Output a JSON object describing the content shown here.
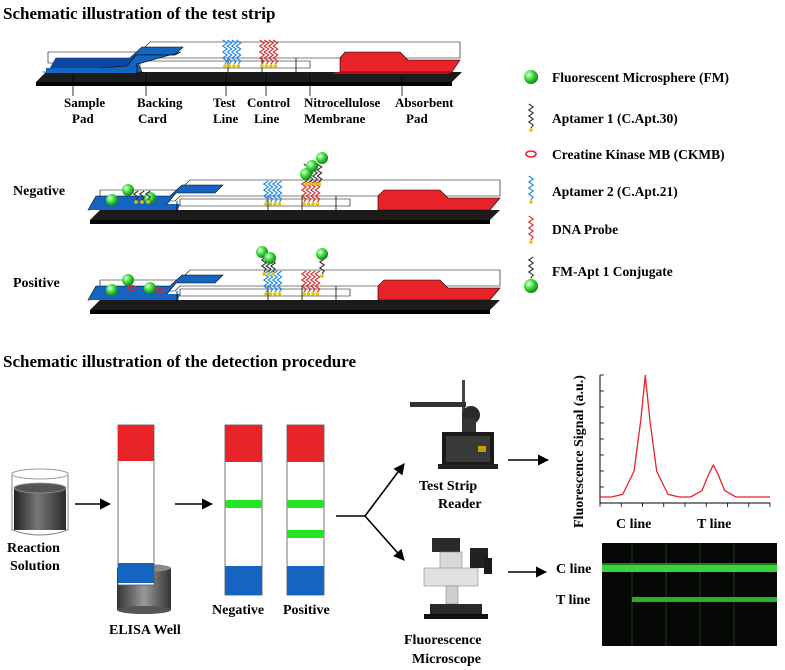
{
  "section1_title": "Schematic illustration of the test strip",
  "section2_title": "Schematic illustration of the detection procedure",
  "strip_labels": {
    "sample_pad": [
      "Sample",
      "Pad"
    ],
    "backing_card": [
      "Backing",
      "Card"
    ],
    "test_line": [
      "Test",
      "Line"
    ],
    "control_line": [
      "Control",
      "Line"
    ],
    "nc_membrane": [
      "Nitrocellulose",
      "Membrane"
    ],
    "absorbent_pad": [
      "Absorbent",
      "Pad"
    ]
  },
  "row_labels": {
    "negative": "Negative",
    "positive": "Positive"
  },
  "legend": [
    {
      "key": "fm",
      "label": "Fluorescent Microsphere (FM)"
    },
    {
      "key": "apt1",
      "label": "Aptamer 1 (C.Apt.30)"
    },
    {
      "key": "ckmb",
      "label": "Creatine Kinase MB (CKMB)"
    },
    {
      "key": "apt2",
      "label": "Aptamer 2 (C.Apt.21)"
    },
    {
      "key": "probe",
      "label": "DNA Probe"
    },
    {
      "key": "conj",
      "label": "FM-Apt 1 Conjugate"
    }
  ],
  "procedure": {
    "reaction_solution": [
      "Reaction",
      "Solution"
    ],
    "elisa_well": "ELISA Well",
    "negative": "Negative",
    "positive": "Positive",
    "reader": [
      "Test Strip",
      "Reader"
    ],
    "microscope": [
      "Fluorescence",
      "Microscope"
    ],
    "c_line": "C line",
    "t_line": "T line"
  },
  "chart_data": {
    "type": "line",
    "ylabel": "Fluorescence Signal (a.u.)",
    "x_tick_labels": [
      "C line",
      "T line"
    ],
    "series": [
      {
        "color": "#e8232a",
        "x": [
          0,
          5,
          10,
          15,
          18,
          20,
          22,
          25,
          30,
          35,
          40,
          45,
          48,
          50,
          52,
          55,
          60,
          65,
          70,
          75
        ],
        "y": [
          0,
          0,
          0.02,
          0.2,
          0.6,
          0.95,
          0.6,
          0.2,
          0.02,
          0,
          0,
          0.05,
          0.18,
          0.25,
          0.18,
          0.05,
          0,
          0,
          0,
          0
        ]
      }
    ],
    "grid": false
  },
  "colors": {
    "blue": "#1565c0",
    "red": "#e8232a",
    "green": "#22e622",
    "black": "#222222"
  }
}
